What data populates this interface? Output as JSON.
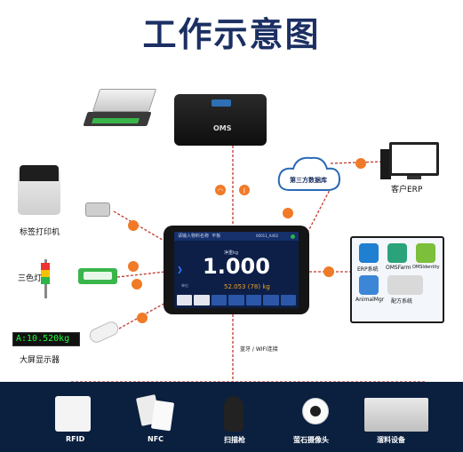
{
  "title": "工作示意图",
  "labels": {
    "third_party_db": "第三方数据库",
    "client_erp": "客户ERP",
    "label_printer": "标签打印机",
    "tricolor_lamp": "三色灯",
    "big_display": "大屏显示器",
    "bluetooth_wifi": "蓝牙 / WIFI连接",
    "oms_logo": "OMS"
  },
  "big_display_readout": "A:10.520kg",
  "tablet": {
    "header_left": "请输入物料名称",
    "header_tag": "平板",
    "header_right": "00011_A402",
    "unit": "净重kg",
    "main_value": "1.000",
    "sub_left": "单位",
    "sub_value": "52.053 (78) kg"
  },
  "software": [
    {
      "name": "ERP系统",
      "color": "#1f7fd1"
    },
    {
      "name": "OMSFarm",
      "color": "#2aa37a"
    },
    {
      "name": "OMSIdentity",
      "color": "#7bbf3a"
    },
    {
      "name": "AnimalMgr",
      "color": "#3b86d6"
    },
    {
      "name": "配方系统",
      "color": "#d9d9d9"
    }
  ],
  "bottom_devices": [
    {
      "name": "RFID"
    },
    {
      "name": "NFC"
    },
    {
      "name": "扫描枪"
    },
    {
      "name": "萤石摄像头"
    },
    {
      "name": "溜料设备"
    }
  ],
  "colors": {
    "title": "#1b2f63",
    "link_line": "#c0392b",
    "icon_badge": "#f07a27",
    "band": "#0b1f3f"
  }
}
